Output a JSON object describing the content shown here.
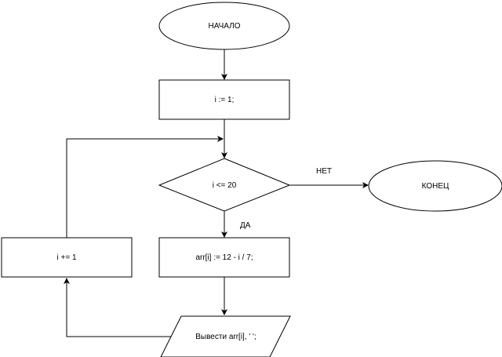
{
  "nodes": {
    "start": {
      "text": "НАЧАЛО"
    },
    "init": {
      "text": "i := 1;"
    },
    "condition": {
      "text": "i <= 20"
    },
    "assign": {
      "text": "arr[i] := 12 - i / 7;"
    },
    "output": {
      "text": "Вывести arr[i], ' ';"
    },
    "increment": {
      "text": "i += 1"
    },
    "end": {
      "text": "КОНЕЦ"
    }
  },
  "edges": {
    "no_label": "НЕТ",
    "yes_label": "ДА"
  }
}
